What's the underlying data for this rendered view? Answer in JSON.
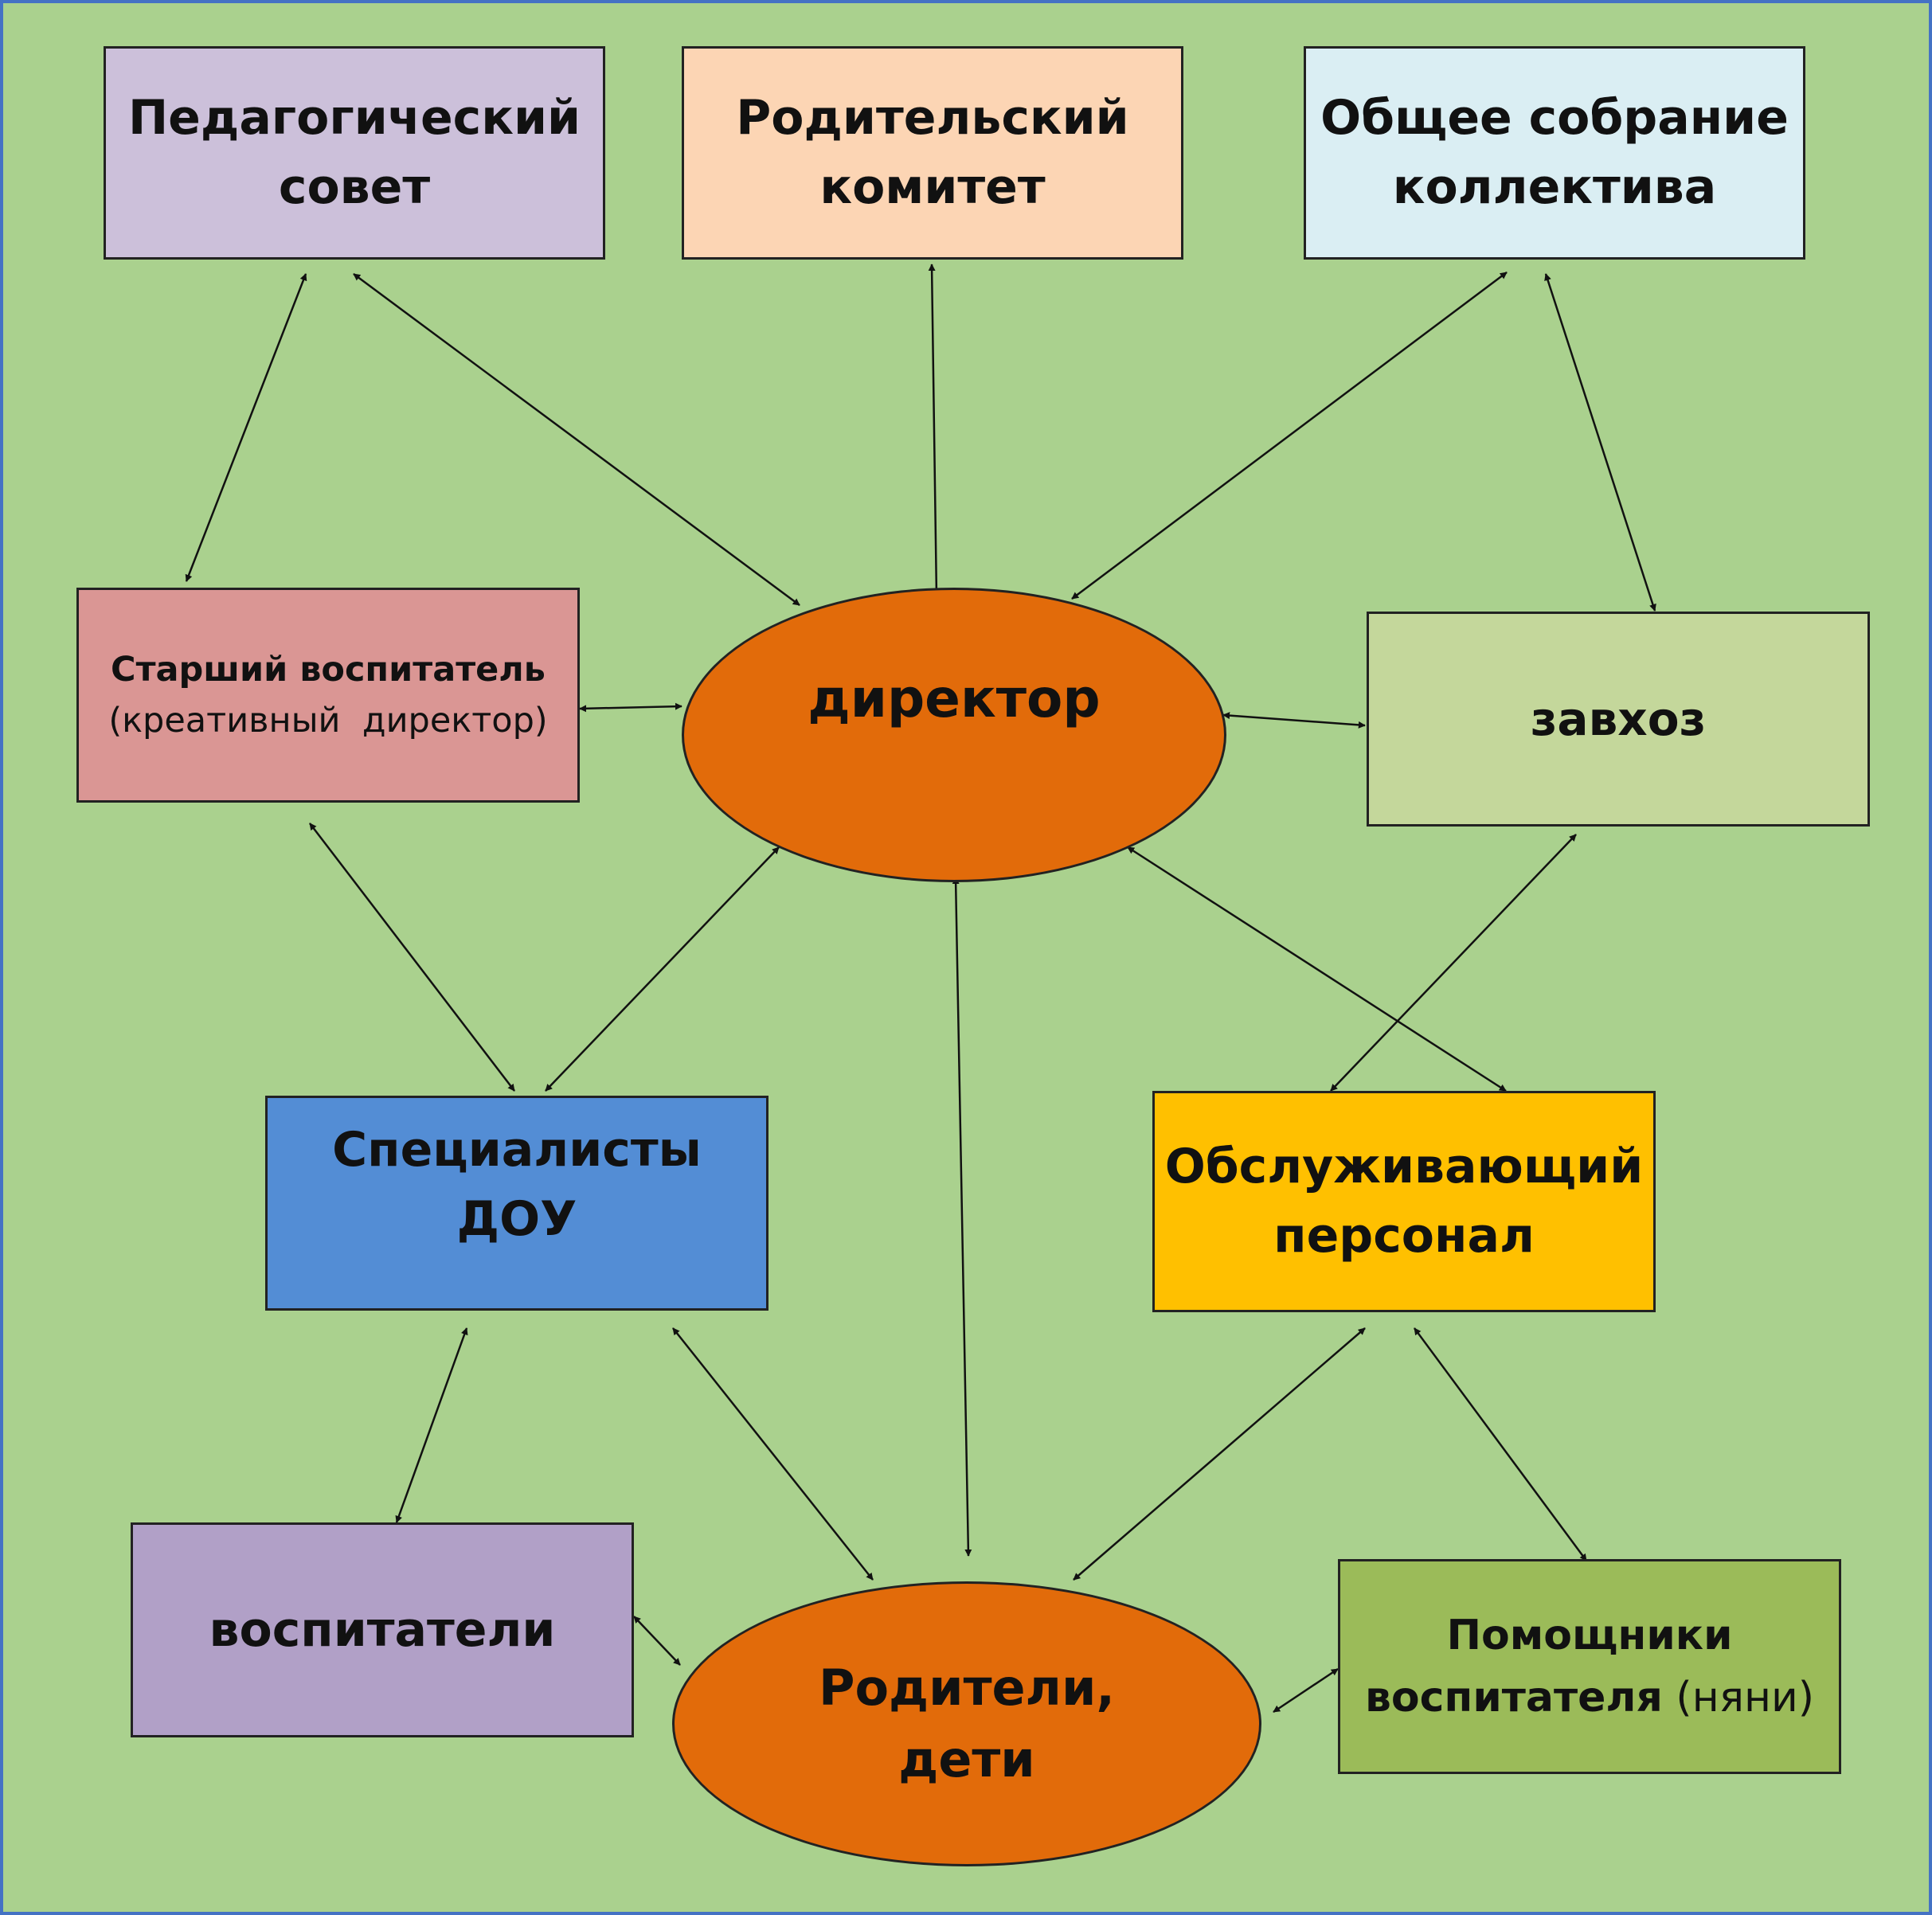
{
  "colors": {
    "background": "#aad18e",
    "frame": "#4472c4",
    "connector": "#111111"
  },
  "nodes": {
    "ped_sovet": {
      "lines": [
        "Педагогический",
        "совет"
      ],
      "fill": "#ccc0da"
    },
    "rod_komitet": {
      "lines": [
        "Родительский",
        "комитет"
      ],
      "fill": "#fcd5b4"
    },
    "obshchee_sobranie": {
      "lines": [
        "Общее собрание",
        "коллектива"
      ],
      "fill": "#daeef3"
    },
    "starshiy": {
      "line1": "Старший воспитатель",
      "line2": "(креативный  директор)",
      "fill": "#da9694"
    },
    "direktor": {
      "lines": [
        "директор"
      ],
      "fill": "#e26b0a"
    },
    "zavkhoz": {
      "lines": [
        "завхоз"
      ],
      "fill": "#c4d79b"
    },
    "specialisty": {
      "lines": [
        "Специалисты",
        "ДОУ"
      ],
      "fill": "#538dd5"
    },
    "obsluzh": {
      "lines": [
        "Обслуживающий",
        "персонал"
      ],
      "fill": "#ffc000"
    },
    "vospitateli": {
      "lines": [
        "воспитатели"
      ],
      "fill": "#b1a0c7"
    },
    "roditeli": {
      "lines": [
        "Родители,",
        "дети"
      ],
      "fill": "#e26b0a"
    },
    "pomoshchniki": {
      "line1": "Помощники",
      "line2_bold": "воспитателя",
      "line2_normal": " (няни)",
      "fill": "#9bbb59"
    }
  }
}
